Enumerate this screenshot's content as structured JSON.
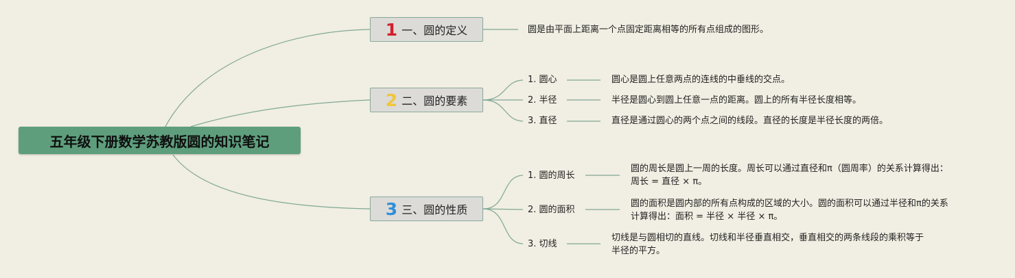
{
  "title": "五年级下册数学苏教版圆的知识笔记",
  "branches": [
    {
      "number": "1",
      "number_color": "#d21f2c",
      "label": "一、圆的定义",
      "text": "圆是由平面上距离一个点固定距离相等的所有点组成的图形。"
    },
    {
      "number": "2",
      "number_color": "#f0c63a",
      "label": "二、圆的要素",
      "items": [
        {
          "label": "1. 圆心",
          "text": "圆心是圆上任意两点的连线的中垂线的交点。"
        },
        {
          "label": "2. 半径",
          "text": "半径是圆心到圆上任意一点的距离。圆上的所有半径长度相等。"
        },
        {
          "label": "3. 直径",
          "text": "直径是通过圆心的两个点之间的线段。直径的长度是半径长度的两倍。"
        }
      ]
    },
    {
      "number": "3",
      "number_color": "#2f8fd8",
      "label": "三、圆的性质",
      "items": [
        {
          "label": "1. 圆的周长",
          "lines": [
            "圆的周长是圆上一周的长度。周长可以通过直径和π（圆周率）的关系计算得出：",
            "周长 = 直径 × π。"
          ]
        },
        {
          "label": "2. 圆的面积",
          "lines": [
            "圆的面积是圆内部的所有点构成的区域的大小。圆的面积可以通过半径和π的关系",
            "计算得出：面积 = 半径 × 半径 × π。"
          ]
        },
        {
          "label": "3. 切线",
          "lines": [
            "切线是与圆相切的直线。切线和半径垂直相交，垂直相交的两条线段的乘积等于",
            "半径的平方。"
          ]
        }
      ]
    }
  ]
}
